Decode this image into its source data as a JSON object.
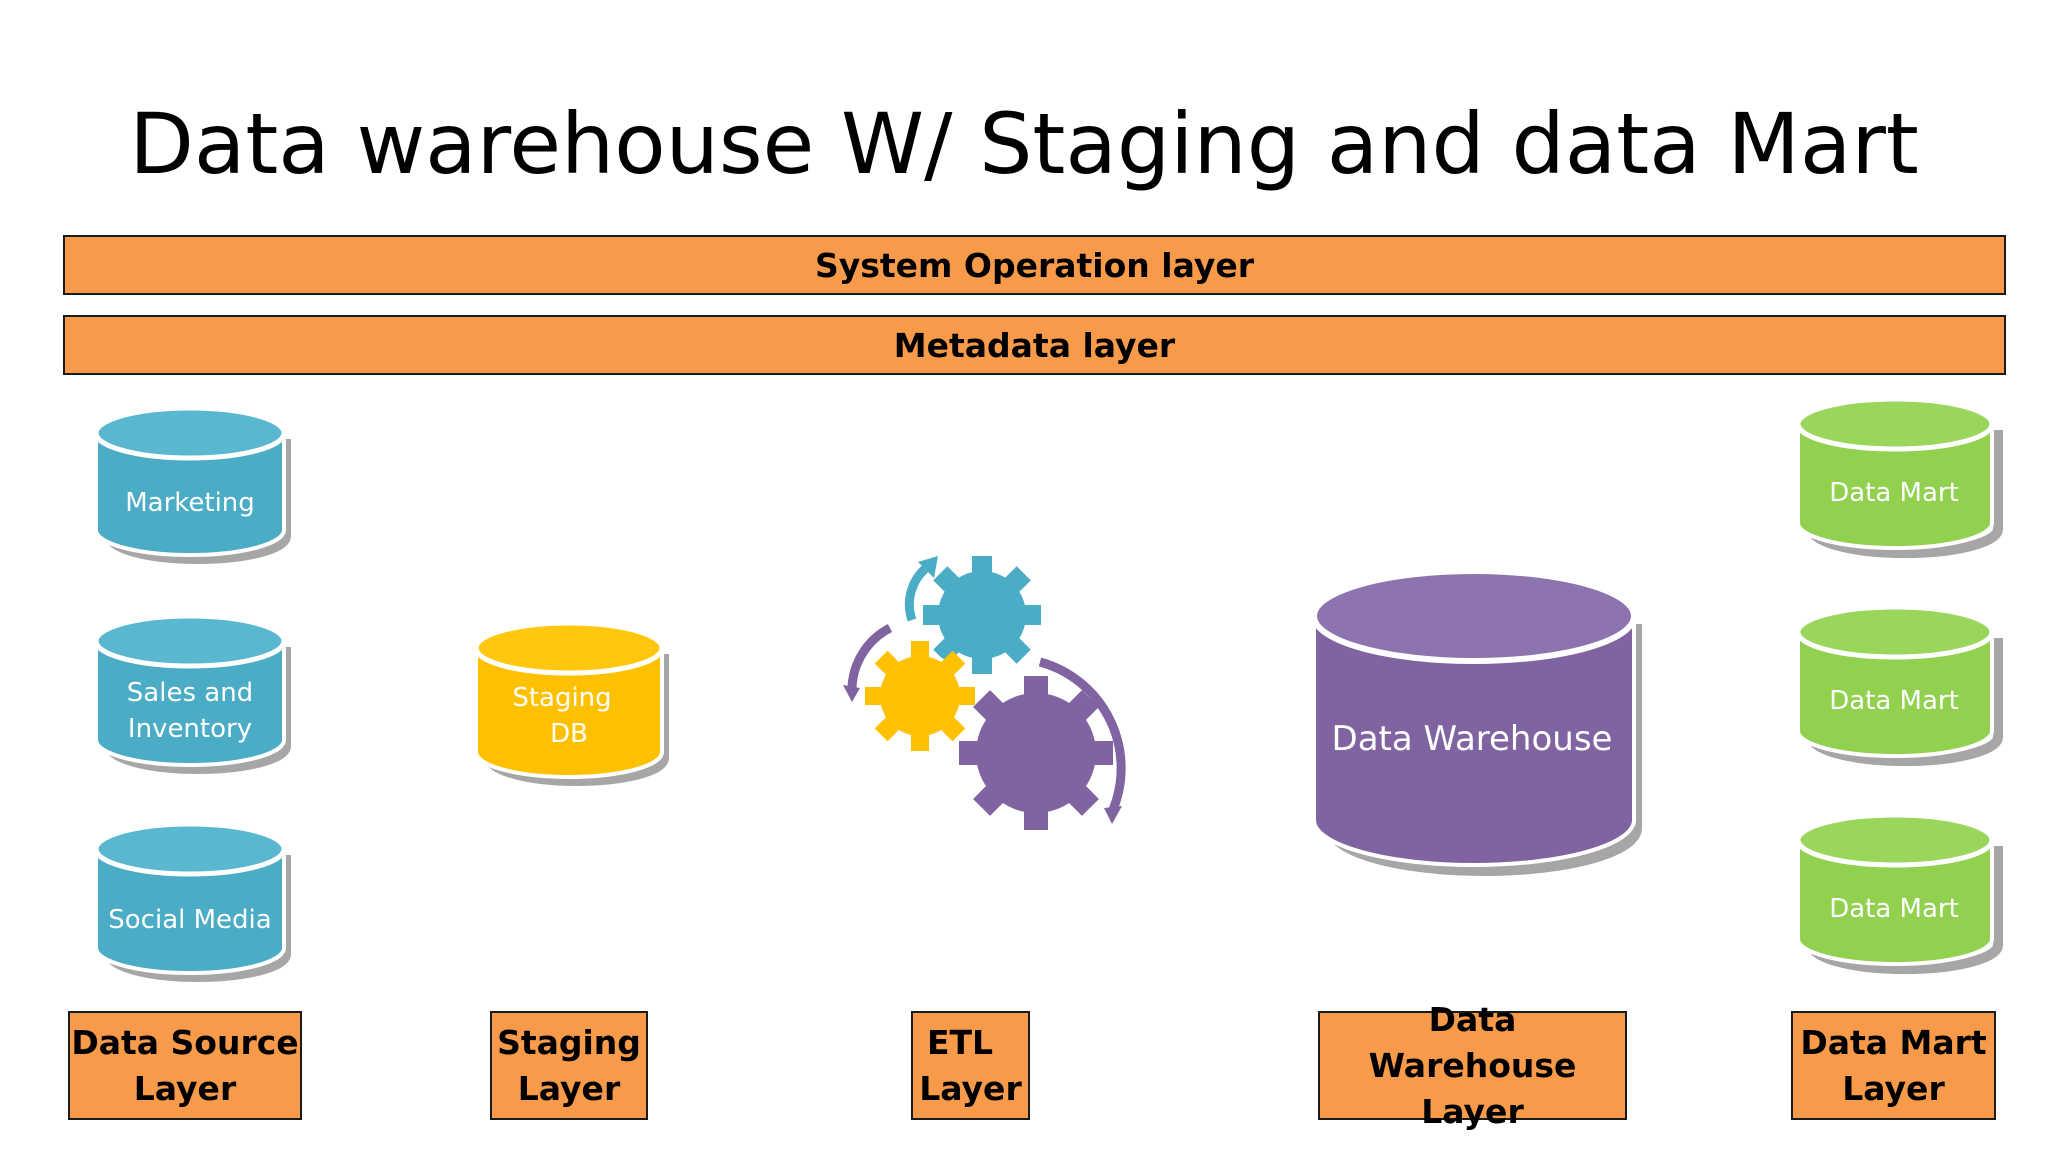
{
  "title": "Data warehouse W/ Staging and data Mart",
  "bands": {
    "system_operation": "System Operation layer",
    "metadata": "Metadata layer"
  },
  "data_sources": [
    {
      "label_lines": [
        "Marketing"
      ]
    },
    {
      "label_lines": [
        "Sales and",
        "Inventory"
      ]
    },
    {
      "label_lines": [
        "Social Media"
      ]
    }
  ],
  "staging_db": {
    "label_lines": [
      "Staging",
      "DB"
    ]
  },
  "data_warehouse": {
    "label": "Data Warehouse"
  },
  "data_marts": [
    {
      "label": "Data Mart"
    },
    {
      "label": "Data Mart"
    },
    {
      "label": "Data Mart"
    }
  ],
  "layers": [
    {
      "line1": "Data Source",
      "line2": "Layer"
    },
    {
      "line1": "Staging",
      "line2": "Layer"
    },
    {
      "line1": "ETL",
      "line2": "Layer"
    },
    {
      "line1": "Data Warehouse",
      "line2": "Layer"
    },
    {
      "line1": "Data Mart",
      "line2": "Layer"
    }
  ],
  "colors": {
    "orange": "#f79a4a",
    "blue": "#4bacc6",
    "blue_top": "#5ab7d0",
    "yellow": "#ffc000",
    "purple": "#8064a2",
    "green": "#92d050",
    "shadow": "#a6a6a6"
  }
}
